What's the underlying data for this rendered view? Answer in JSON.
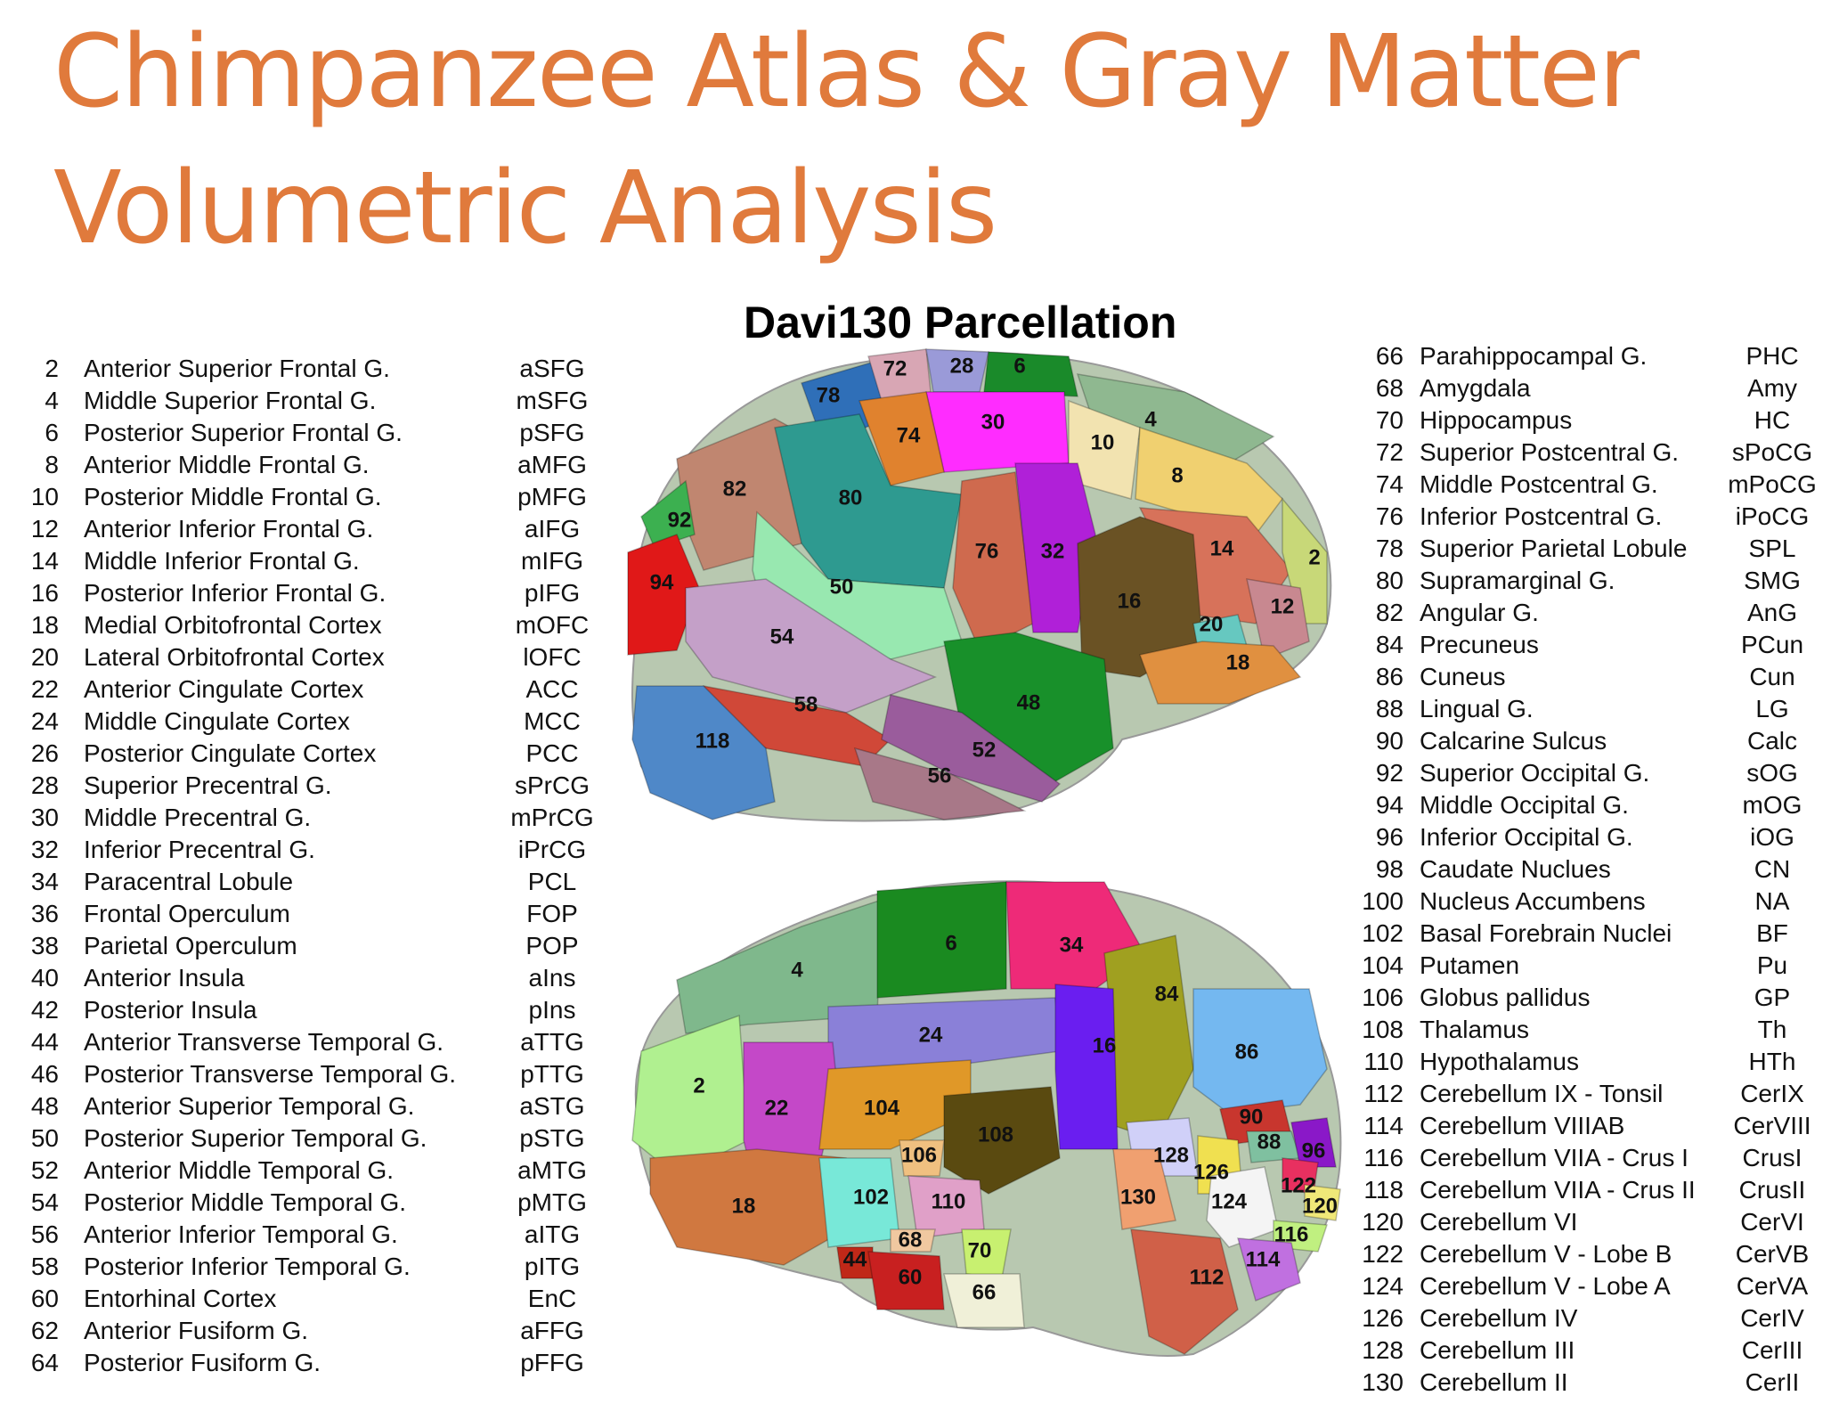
{
  "title_line1": "Chimpanzee Atlas & Gray Matter",
  "title_line2": "Volumetric Analysis",
  "subtitle": "Davi130 Parcellation",
  "legend_left": [
    {
      "num": "2",
      "name": "Anterior Superior Frontal G.",
      "abbr": "aSFG"
    },
    {
      "num": "4",
      "name": "Middle Superior Frontal G.",
      "abbr": "mSFG"
    },
    {
      "num": "6",
      "name": "Posterior Superior Frontal G.",
      "abbr": "pSFG"
    },
    {
      "num": "8",
      "name": "Anterior Middle Frontal G.",
      "abbr": "aMFG"
    },
    {
      "num": "10",
      "name": "Posterior Middle Frontal G.",
      "abbr": "pMFG"
    },
    {
      "num": "12",
      "name": "Anterior Inferior Frontal G.",
      "abbr": "aIFG"
    },
    {
      "num": "14",
      "name": "Middle Inferior Frontal G.",
      "abbr": "mIFG"
    },
    {
      "num": "16",
      "name": "Posterior Inferior Frontal G.",
      "abbr": "pIFG"
    },
    {
      "num": "18",
      "name": "Medial Orbitofrontal Cortex",
      "abbr": "mOFC"
    },
    {
      "num": "20",
      "name": "Lateral Orbitofrontal Cortex",
      "abbr": "lOFC"
    },
    {
      "num": "22",
      "name": "Anterior Cingulate Cortex",
      "abbr": "ACC"
    },
    {
      "num": "24",
      "name": "Middle Cingulate Cortex",
      "abbr": "MCC"
    },
    {
      "num": "26",
      "name": "Posterior Cingulate Cortex",
      "abbr": "PCC"
    },
    {
      "num": "28",
      "name": "Superior Precentral G.",
      "abbr": "sPrCG"
    },
    {
      "num": "30",
      "name": "Middle Precentral G.",
      "abbr": "mPrCG"
    },
    {
      "num": "32",
      "name": "Inferior Precentral G.",
      "abbr": "iPrCG"
    },
    {
      "num": "34",
      "name": "Paracentral Lobule",
      "abbr": "PCL"
    },
    {
      "num": "36",
      "name": "Frontal Operculum",
      "abbr": "FOP"
    },
    {
      "num": "38",
      "name": "Parietal Operculum",
      "abbr": "POP"
    },
    {
      "num": "40",
      "name": "Anterior Insula",
      "abbr": "aIns"
    },
    {
      "num": "42",
      "name": "Posterior Insula",
      "abbr": "pIns"
    },
    {
      "num": "44",
      "name": "Anterior Transverse Temporal G.",
      "abbr": "aTTG"
    },
    {
      "num": "46",
      "name": "Posterior Transverse Temporal G.",
      "abbr": "pTTG"
    },
    {
      "num": "48",
      "name": "Anterior Superior Temporal G.",
      "abbr": "aSTG"
    },
    {
      "num": "50",
      "name": "Posterior Superior Temporal G.",
      "abbr": "pSTG"
    },
    {
      "num": "52",
      "name": "Anterior Middle Temporal G.",
      "abbr": "aMTG"
    },
    {
      "num": "54",
      "name": "Posterior Middle Temporal G.",
      "abbr": "pMTG"
    },
    {
      "num": "56",
      "name": "Anterior Inferior Temporal G.",
      "abbr": "aITG"
    },
    {
      "num": "58",
      "name": "Posterior Inferior Temporal G.",
      "abbr": "pITG"
    },
    {
      "num": "60",
      "name": "Entorhinal Cortex",
      "abbr": "EnC"
    },
    {
      "num": "62",
      "name": "Anterior Fusiform G.",
      "abbr": "aFFG"
    },
    {
      "num": "64",
      "name": "Posterior Fusiform G.",
      "abbr": "pFFG"
    }
  ],
  "legend_right": [
    {
      "num": "66",
      "name": "Parahippocampal G.",
      "abbr": "PHC"
    },
    {
      "num": "68",
      "name": "Amygdala",
      "abbr": "Amy"
    },
    {
      "num": "70",
      "name": "Hippocampus",
      "abbr": "HC"
    },
    {
      "num": "72",
      "name": "Superior Postcentral G.",
      "abbr": "sPoCG"
    },
    {
      "num": "74",
      "name": "Middle Postcentral G.",
      "abbr": "mPoCG"
    },
    {
      "num": "76",
      "name": "Inferior Postcentral G.",
      "abbr": "iPoCG"
    },
    {
      "num": "78",
      "name": "Superior Parietal Lobule",
      "abbr": "SPL"
    },
    {
      "num": "80",
      "name": "Supramarginal G.",
      "abbr": "SMG"
    },
    {
      "num": "82",
      "name": "Angular G.",
      "abbr": "AnG"
    },
    {
      "num": "84",
      "name": "Precuneus",
      "abbr": "PCun"
    },
    {
      "num": "86",
      "name": "Cuneus",
      "abbr": "Cun"
    },
    {
      "num": "88",
      "name": "Lingual G.",
      "abbr": "LG"
    },
    {
      "num": "90",
      "name": "Calcarine Sulcus",
      "abbr": "Calc"
    },
    {
      "num": "92",
      "name": "Superior Occipital G.",
      "abbr": "sOG"
    },
    {
      "num": "94",
      "name": "Middle Occipital G.",
      "abbr": "mOG"
    },
    {
      "num": "96",
      "name": "Inferior Occipital G.",
      "abbr": "iOG"
    },
    {
      "num": "98",
      "name": "Caudate Nuclues",
      "abbr": "CN"
    },
    {
      "num": "100",
      "name": "Nucleus Accumbens",
      "abbr": "NA"
    },
    {
      "num": "102",
      "name": "Basal Forebrain Nuclei",
      "abbr": "BF"
    },
    {
      "num": "104",
      "name": "Putamen",
      "abbr": "Pu"
    },
    {
      "num": "106",
      "name": "Globus pallidus",
      "abbr": "GP"
    },
    {
      "num": "108",
      "name": "Thalamus",
      "abbr": "Th"
    },
    {
      "num": "110",
      "name": "Hypothalamus",
      "abbr": "HTh"
    },
    {
      "num": "112",
      "name": "Cerebellum IX - Tonsil",
      "abbr": "CerIX"
    },
    {
      "num": "114",
      "name": "Cerebellum VIIIAB",
      "abbr": "CerVIII"
    },
    {
      "num": "116",
      "name": "Cerebellum VIIA - Crus I",
      "abbr": "CrusI"
    },
    {
      "num": "118",
      "name": "Cerebellum VIIA - Crus II",
      "abbr": "CrusII"
    },
    {
      "num": "120",
      "name": "Cerebellum VI",
      "abbr": "CerVI"
    },
    {
      "num": "122",
      "name": "Cerebellum V - Lobe B",
      "abbr": "CerVB"
    },
    {
      "num": "124",
      "name": "Cerebellum V - Lobe A",
      "abbr": "CerVA"
    },
    {
      "num": "126",
      "name": "Cerebellum IV",
      "abbr": "CerIV"
    },
    {
      "num": "128",
      "name": "Cerebellum III",
      "abbr": "CerIII"
    },
    {
      "num": "130",
      "name": "Cerebellum II",
      "abbr": "CerII"
    }
  ],
  "lateral_regions": [
    {
      "label": "78",
      "color": "#2f6fb8"
    },
    {
      "label": "72",
      "color": "#d8a6b4"
    },
    {
      "label": "28",
      "color": "#9a9ad8"
    },
    {
      "label": "6",
      "color": "#1a8a2a"
    },
    {
      "label": "30",
      "color": "#ff2cff"
    },
    {
      "label": "4",
      "color": "#8fb890"
    },
    {
      "label": "74",
      "color": "#e0822e"
    },
    {
      "label": "10",
      "color": "#f2e3b0"
    },
    {
      "label": "8",
      "color": "#f0d070"
    },
    {
      "label": "82",
      "color": "#c08670"
    },
    {
      "label": "80",
      "color": "#2e9a90"
    },
    {
      "label": "92",
      "color": "#3cb050"
    },
    {
      "label": "76",
      "color": "#cf6a4e"
    },
    {
      "label": "32",
      "color": "#b020d8"
    },
    {
      "label": "14",
      "color": "#d7725a"
    },
    {
      "label": "2",
      "color": "#c8d878"
    },
    {
      "label": "94",
      "color": "#e01818"
    },
    {
      "label": "50",
      "color": "#98e8b0"
    },
    {
      "label": "16",
      "color": "#6a5224"
    },
    {
      "label": "12",
      "color": "#c88890"
    },
    {
      "label": "20",
      "color": "#66c8c0"
    },
    {
      "label": "54",
      "color": "#c4a0c8"
    },
    {
      "label": "18",
      "color": "#e09040"
    },
    {
      "label": "48",
      "color": "#18902a"
    },
    {
      "label": "58",
      "color": "#d04838"
    },
    {
      "label": "118",
      "color": "#4f88c8"
    },
    {
      "label": "52",
      "color": "#9a5c9c"
    },
    {
      "label": "56",
      "color": "#a87888"
    }
  ],
  "medial_regions": [
    {
      "label": "4",
      "color": "#7fb88c"
    },
    {
      "label": "6",
      "color": "#1a8a20"
    },
    {
      "label": "34",
      "color": "#ee2a78"
    },
    {
      "label": "84",
      "color": "#a0a020"
    },
    {
      "label": "24",
      "color": "#8a80d8"
    },
    {
      "label": "16",
      "color": "#6a1ef0"
    },
    {
      "label": "86",
      "color": "#74b8f0"
    },
    {
      "label": "2",
      "color": "#b0f090"
    },
    {
      "label": "22",
      "color": "#c448c8"
    },
    {
      "label": "104",
      "color": "#e09828"
    },
    {
      "label": "108",
      "color": "#5a4a10"
    },
    {
      "label": "90",
      "color": "#c8362e"
    },
    {
      "label": "88",
      "color": "#7fc0a0"
    },
    {
      "label": "96",
      "color": "#8a18c8"
    },
    {
      "label": "106",
      "color": "#f0c080"
    },
    {
      "label": "128",
      "color": "#d0d0f8"
    },
    {
      "label": "126",
      "color": "#f0e050"
    },
    {
      "label": "122",
      "color": "#e83060"
    },
    {
      "label": "120",
      "color": "#f0e878"
    },
    {
      "label": "124",
      "color": "#f4f4f4"
    },
    {
      "label": "18",
      "color": "#d07840"
    },
    {
      "label": "102",
      "color": "#78e8d8"
    },
    {
      "label": "110",
      "color": "#e0a0c8"
    },
    {
      "label": "130",
      "color": "#f0a070"
    },
    {
      "label": "116",
      "color": "#c0f080"
    },
    {
      "label": "68",
      "color": "#f0c8a0"
    },
    {
      "label": "70",
      "color": "#c8f070"
    },
    {
      "label": "44",
      "color": "#c02818"
    },
    {
      "label": "60",
      "color": "#c82020"
    },
    {
      "label": "66",
      "color": "#f0f0d8"
    },
    {
      "label": "112",
      "color": "#d06048"
    },
    {
      "label": "114",
      "color": "#c070e0"
    }
  ]
}
